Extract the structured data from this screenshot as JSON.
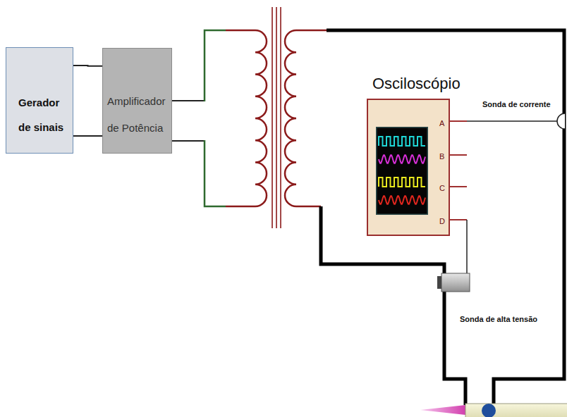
{
  "diagram": {
    "nodes": [
      {
        "text": [
          "Gerador de sinais"
        ]
      },
      {
        "text": [
          "Amplificador de Potência"
        ]
      },
      {
        "text": [
          "Osciloscópio"
        ]
      }
    ],
    "edges": [
      {
        "from": 0,
        "to": 1,
        "arrow": "none"
      },
      {
        "from": 0,
        "to": 1,
        "arrow": "none"
      }
    ],
    "labels": [
      "A",
      "B",
      "C",
      "D",
      "Sonda de corrente",
      "Sonda de alta tensão"
    ]
  }
}
